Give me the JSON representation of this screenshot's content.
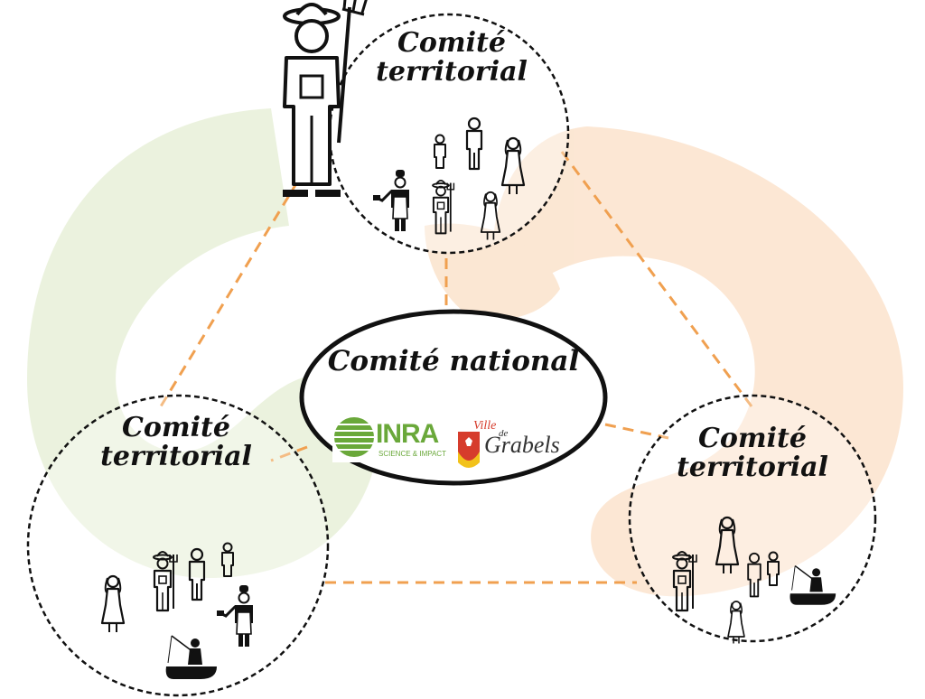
{
  "national": {
    "title": "Comité national",
    "inra_logo": {
      "main": "INRA",
      "tagline": "SCIENCE & IMPACT"
    },
    "grabels_logo": {
      "ville": "Ville",
      "de": "de",
      "name": "Grabels"
    }
  },
  "territorial_label": {
    "line1": "Comité",
    "line2": "territorial"
  },
  "colors": {
    "connector": "#f0a050",
    "background_green": "#e8f0d8",
    "background_orange": "#fbe3cc",
    "inra_green": "#6aa83a",
    "grabels_red": "#d63c2c",
    "grabels_yellow": "#f2c21b"
  },
  "icons": [
    "farmer-icon",
    "chef-icon",
    "man-icon",
    "woman-icon",
    "child-icon",
    "fisherman-in-boat-icon"
  ]
}
